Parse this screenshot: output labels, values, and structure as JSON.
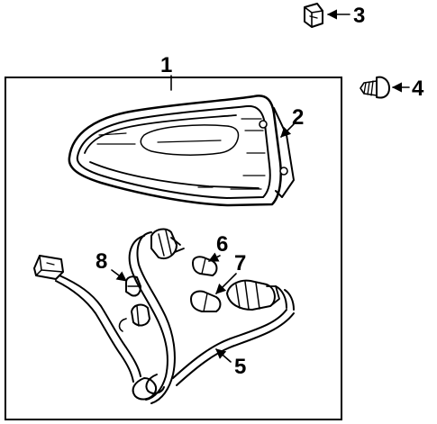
{
  "diagram": {
    "callouts": [
      {
        "id": "c1",
        "label": "1"
      },
      {
        "id": "c2",
        "label": "2"
      },
      {
        "id": "c3",
        "label": "3"
      },
      {
        "id": "c4",
        "label": "4"
      },
      {
        "id": "c5",
        "label": "5"
      },
      {
        "id": "c6",
        "label": "6"
      },
      {
        "id": "c7",
        "label": "7"
      },
      {
        "id": "c8",
        "label": "8"
      }
    ],
    "colors": {
      "ink": "#000000",
      "paper": "#ffffff"
    }
  }
}
